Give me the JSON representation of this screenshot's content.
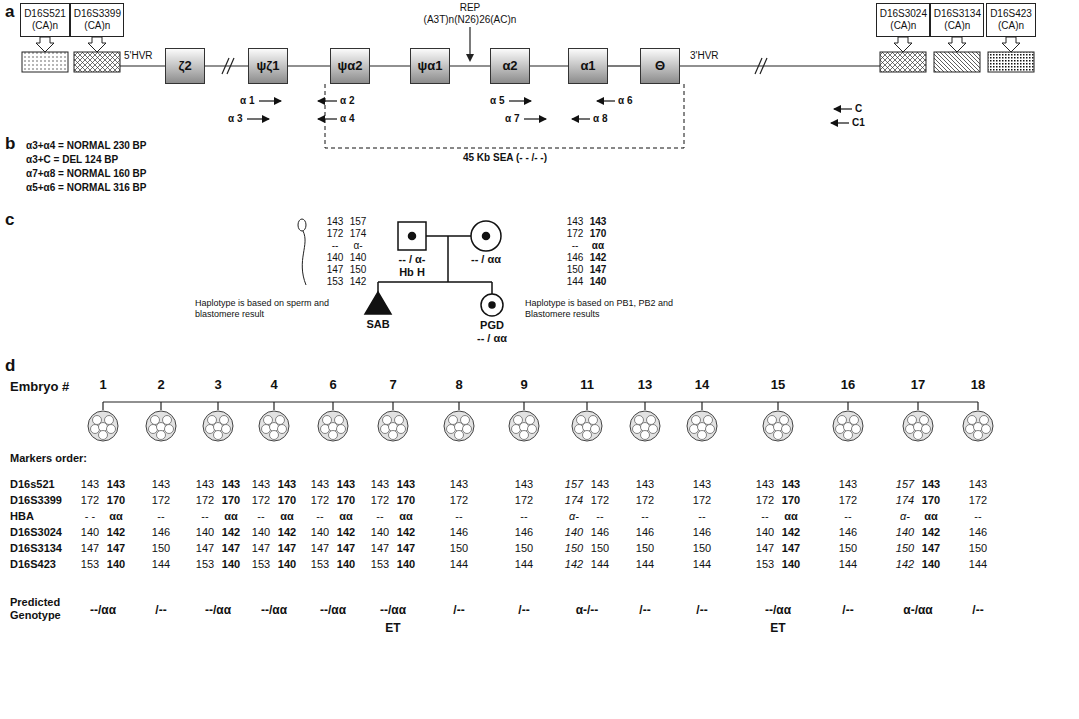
{
  "diagram": {
    "nodes": [
      {
        "text": [
          "D16S521",
          "(CA)n"
        ]
      },
      {
        "text": [
          "D16S3399",
          "(CA)n"
        ]
      },
      {
        "text": [
          "ζ2"
        ]
      },
      {
        "text": [
          "ψζ1"
        ]
      },
      {
        "text": [
          "ψα2"
        ]
      },
      {
        "text": [
          "ψα1"
        ]
      },
      {
        "text": [
          "α2"
        ]
      },
      {
        "text": [
          "α1"
        ]
      },
      {
        "text": [
          "Θ"
        ]
      },
      {
        "text": [
          "D16S3024",
          "(CA)n"
        ]
      },
      {
        "text": [
          "D16S3134",
          "(CA)n"
        ]
      },
      {
        "text": [
          "D16S423",
          "(CA)n"
        ]
      }
    ],
    "edges": [
      {
        "from": 2,
        "to": 3,
        "arrow": "none"
      },
      {
        "from": 3,
        "to": 4,
        "arrow": "none"
      },
      {
        "from": 4,
        "to": 5,
        "arrow": "none"
      },
      {
        "from": 5,
        "to": 6,
        "arrow": "none"
      },
      {
        "from": 6,
        "to": 7,
        "arrow": "none"
      },
      {
        "from": 7,
        "to": 8,
        "arrow": "none"
      }
    ],
    "labels": [
      "a",
      "5'HVR",
      "REP",
      "(A3T)n(N26)26(AC)n",
      "3'HVR",
      "α 1",
      "α 2",
      "α 3",
      "α 4",
      "α 5",
      "α 6",
      "α 7",
      "α 8",
      "C",
      "C1",
      "45 Kb SEA (- - /- -)",
      "b",
      "α3+α4 = NORMAL 230 BP",
      "α3+C = DEL 124 BP",
      "α7+α8 = NORMAL 160 BP",
      "α5+α6 = NORMAL 316 BP",
      "c",
      "143",
      "172",
      "--",
      "140",
      "147",
      "153",
      "157",
      "174",
      "α-",
      "140",
      "150",
      "142",
      "-- / α-",
      "Hb H",
      "Haplotype is based on sperm and blastomere result",
      "-- / αα",
      "143",
      "172",
      "--",
      "146",
      "150",
      "144",
      "143",
      "170",
      "αα",
      "142",
      "147",
      "140",
      "Haplotype is based on PB1, PB2 and Blastomere results",
      "SAB",
      "PGD",
      "-- / αα",
      "d",
      "Embryo #",
      "Markers order:",
      "D16s521",
      "D16S3399",
      "HBA",
      "D16S3024",
      "D16S3134",
      "D16S423",
      "Predicted Genotype",
      "1",
      "143",
      "172",
      "- -",
      "140",
      "147",
      "153",
      "143",
      "170",
      "αα",
      "142",
      "147",
      "140",
      "--/αα",
      "2",
      "143",
      "172",
      "--",
      "146",
      "150",
      "144",
      "/--",
      "3",
      "143",
      "172",
      "--",
      "140",
      "147",
      "153",
      "143",
      "170",
      "αα",
      "142",
      "147",
      "140",
      "--/αα",
      "4",
      "143",
      "172",
      "--",
      "140",
      "147",
      "153",
      "143",
      "170",
      "αα",
      "142",
      "147",
      "140",
      "--/αα",
      "6",
      "143",
      "172",
      "--",
      "140",
      "147",
      "153",
      "143",
      "170",
      "αα",
      "142",
      "147",
      "140",
      "--/αα",
      "7",
      "143",
      "172",
      "--",
      "140",
      "147",
      "153",
      "143",
      "170",
      "αα",
      "142",
      "147",
      "140",
      "--/αα",
      "ET",
      "8",
      "143",
      "172",
      "--",
      "146",
      "150",
      "144",
      "/--",
      "9",
      "143",
      "172",
      "--",
      "146",
      "150",
      "144",
      "/--",
      "11",
      "157",
      "174",
      "α-",
      "140",
      "150",
      "142",
      "143",
      "172",
      "--",
      "146",
      "150",
      "144",
      "α-/--",
      "13",
      "143",
      "172",
      "--",
      "146",
      "150",
      "144",
      "/--",
      "14",
      "143",
      "172",
      "--",
      "146",
      "150",
      "144",
      "/--",
      "15",
      "143",
      "172",
      "--",
      "140",
      "147",
      "153",
      "143",
      "170",
      "αα",
      "142",
      "147",
      "140",
      "--/αα",
      "ET",
      "16",
      "143",
      "172",
      "--",
      "146",
      "150",
      "144",
      "/--",
      "17",
      "157",
      "174",
      "α-",
      "140",
      "150",
      "142",
      "143",
      "170",
      "αα",
      "142",
      "147",
      "140",
      "α-/αα",
      "18",
      "143",
      "172",
      "--",
      "146",
      "150",
      "144",
      "/--"
    ]
  }
}
